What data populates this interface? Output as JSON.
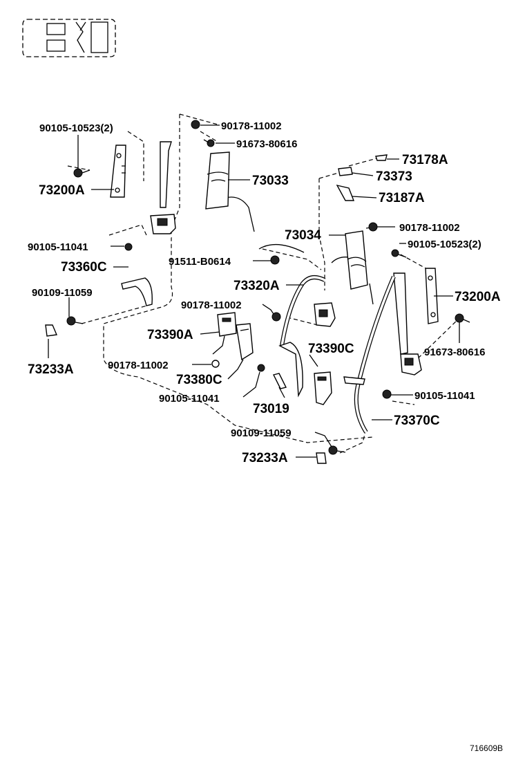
{
  "labels": {
    "p1": "90105-10523(2)",
    "p2": "90178-11002",
    "p3": "91673-80616",
    "p4": "73200A",
    "p5": "73033",
    "p6": "73178A",
    "p7": "73373",
    "p8": "73187A",
    "p9": "90105-11041",
    "p10": "73034",
    "p11": "90178-11002",
    "p12": "90105-10523(2)",
    "p13": "73360C",
    "p14": "91511-B0614",
    "p15": "90109-11059",
    "p16": "73320A",
    "p17": "73200A",
    "p18": "90178-11002",
    "p19": "73390A",
    "p20": "73390C",
    "p21": "73233A",
    "p22": "91673-80616",
    "p23": "90178-11002",
    "p24": "73380C",
    "p25": "90105-11041",
    "p26": "73019",
    "p27": "90105-11041",
    "p28": "73370C",
    "p29": "90109-11059",
    "p30": "73233A"
  },
  "ref_code": "716609B"
}
